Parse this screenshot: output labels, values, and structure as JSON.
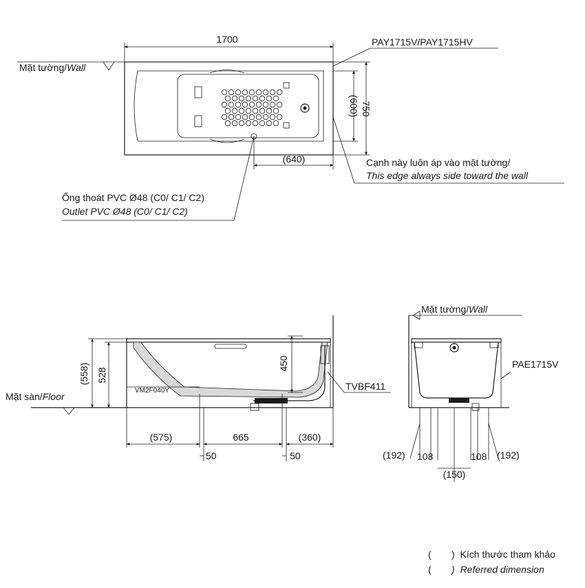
{
  "top_view": {
    "dim_length": "1700",
    "dim_width": "750",
    "dim_inner_width": "(600)",
    "dim_drain_offset": "(640)",
    "model": "PAY1715V/PAY1715HV",
    "wall_label_vi": "Mặt tường/",
    "wall_label_en": "Wall",
    "edge_note_vi": "Cạnh này luôn áp vào mặt tường/",
    "edge_note_en": "This edge always side toward the wall",
    "outlet_vi": "Ống thoát PVC Ø48 (C0/ C1/ C2)",
    "outlet_en": "Outlet PVC Ø48 (C0/ C1/ C2)"
  },
  "side_view": {
    "dim_total_height": "(558)",
    "dim_rim_height": "528",
    "dim_depth": "450",
    "floor_label_vi": "Mặt sàn/",
    "floor_label_en": "Floor",
    "leg_model": "VM2F040Y",
    "waste_model": "TVBF411",
    "dim_left": "(575)",
    "dim_middle": "665",
    "dim_right": "(360)",
    "dim_leg_a": "50",
    "dim_leg_b": "50"
  },
  "end_view": {
    "wall_label_vi": "Mặt tường/",
    "wall_label_en": "Wall",
    "panel_model": "PAE1715V",
    "dim_outer_left": "(192)",
    "dim_inner_left": "108",
    "dim_inner_right": "108",
    "dim_outer_right": "(192)",
    "dim_center": "(150)"
  },
  "legend": {
    "paren_open": "(",
    "paren_close": ")",
    "note_vi": "Kích thước tham khảo",
    "note_en": "Referred dimension"
  }
}
